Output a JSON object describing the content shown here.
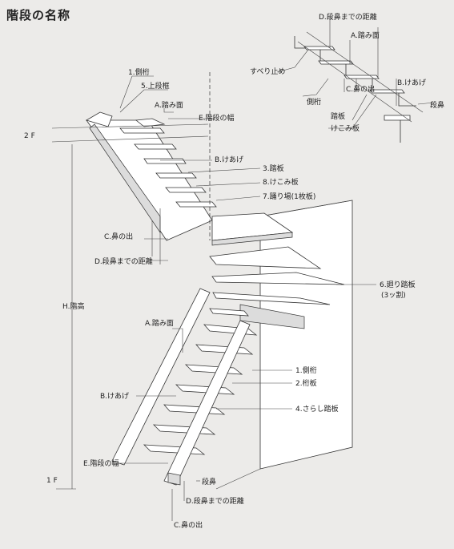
{
  "title": "階段の名称",
  "floors": {
    "upper": "2 F",
    "lower": "1 F"
  },
  "main_labels": {
    "l1": "1.側桁",
    "l5": "5.上段框",
    "la": "A.踏み面",
    "le": "E.階段の幅",
    "lb": "B.けあげ",
    "l3": "3.踏板",
    "l8": "8.けこみ板",
    "l7": "7.踊り場(1枚板)",
    "lc": "C.鼻の出",
    "ld": "D.段鼻までの距離",
    "lh": "H.階高",
    "l6": "6.廻り踏板",
    "l6b": "(3ッ割)",
    "la2": "A.踏み面",
    "l1b": "1.側桁",
    "l2": "2.桁板",
    "lb2": "B.けあげ",
    "l4": "4.さらし踏板",
    "le2": "E.階段の幅",
    "nose": "段鼻",
    "ld2": "D.段鼻までの距離",
    "lc2": "C.鼻の出"
  },
  "detail_labels": {
    "d": "D.段鼻までの距離",
    "a": "A.踏み面",
    "slip": "すべり止め",
    "b": "B.けあげ",
    "c": "C.鼻の出",
    "side": "側桁",
    "nose": "段鼻",
    "tread": "踏板",
    "riser": "けこみ板"
  }
}
